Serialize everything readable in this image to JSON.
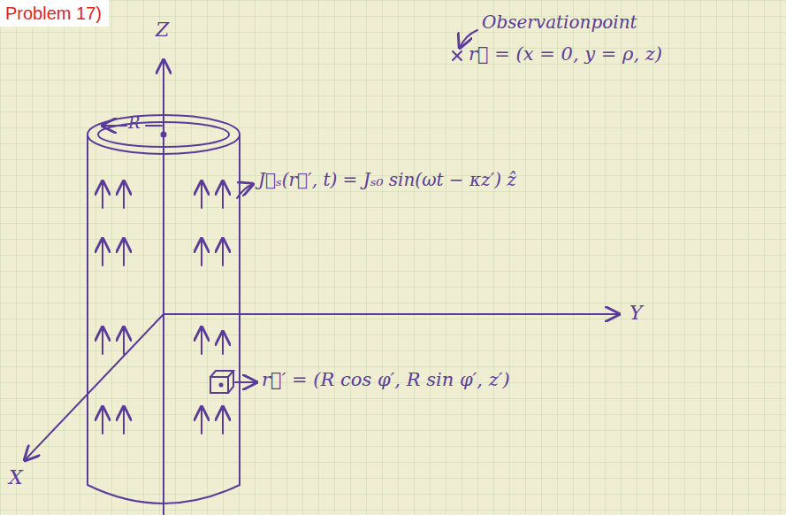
{
  "diagram": {
    "title": "Problem 17)",
    "labels": [
      "Z",
      "Y",
      "X",
      "R",
      "Observationpoint",
      "r⃗ = (x = 0, y = ρ, z)",
      "J⃗ₛ(r⃗′, t) = Jₛ₀ sin(ωt − κz′) ẑ",
      "r⃗′ = (R cos φ′, R sin φ′, z′)"
    ]
  }
}
